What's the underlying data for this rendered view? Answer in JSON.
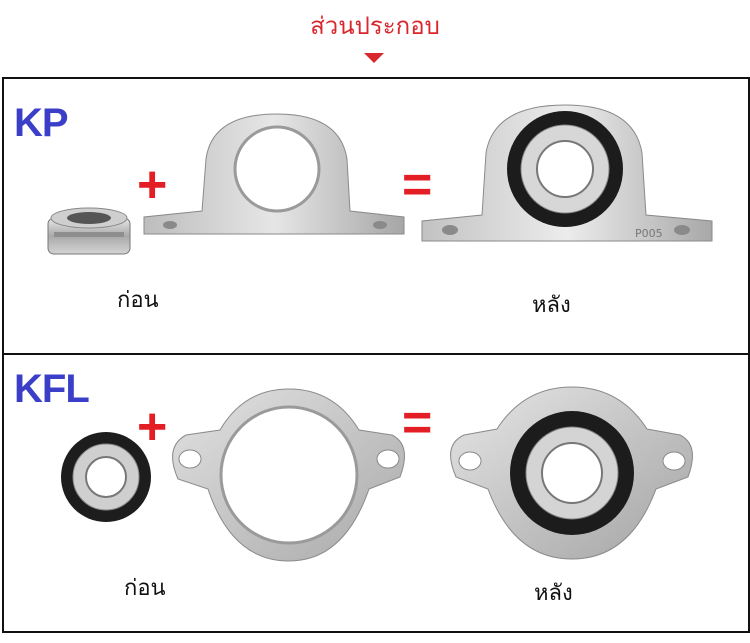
{
  "header": {
    "title": "ส่วนประกอบ"
  },
  "sections": [
    {
      "label": "KP",
      "before": "ก่อน",
      "after": "หลัง",
      "plus": "+",
      "equals": "=",
      "part_mark": "P005"
    },
    {
      "label": "KFL",
      "before": "ก่อน",
      "after": "หลัง",
      "plus": "+",
      "equals": "="
    }
  ],
  "colors": {
    "title": "#d9272e",
    "label": "#3b3fc8",
    "operator": "#e31e24"
  }
}
